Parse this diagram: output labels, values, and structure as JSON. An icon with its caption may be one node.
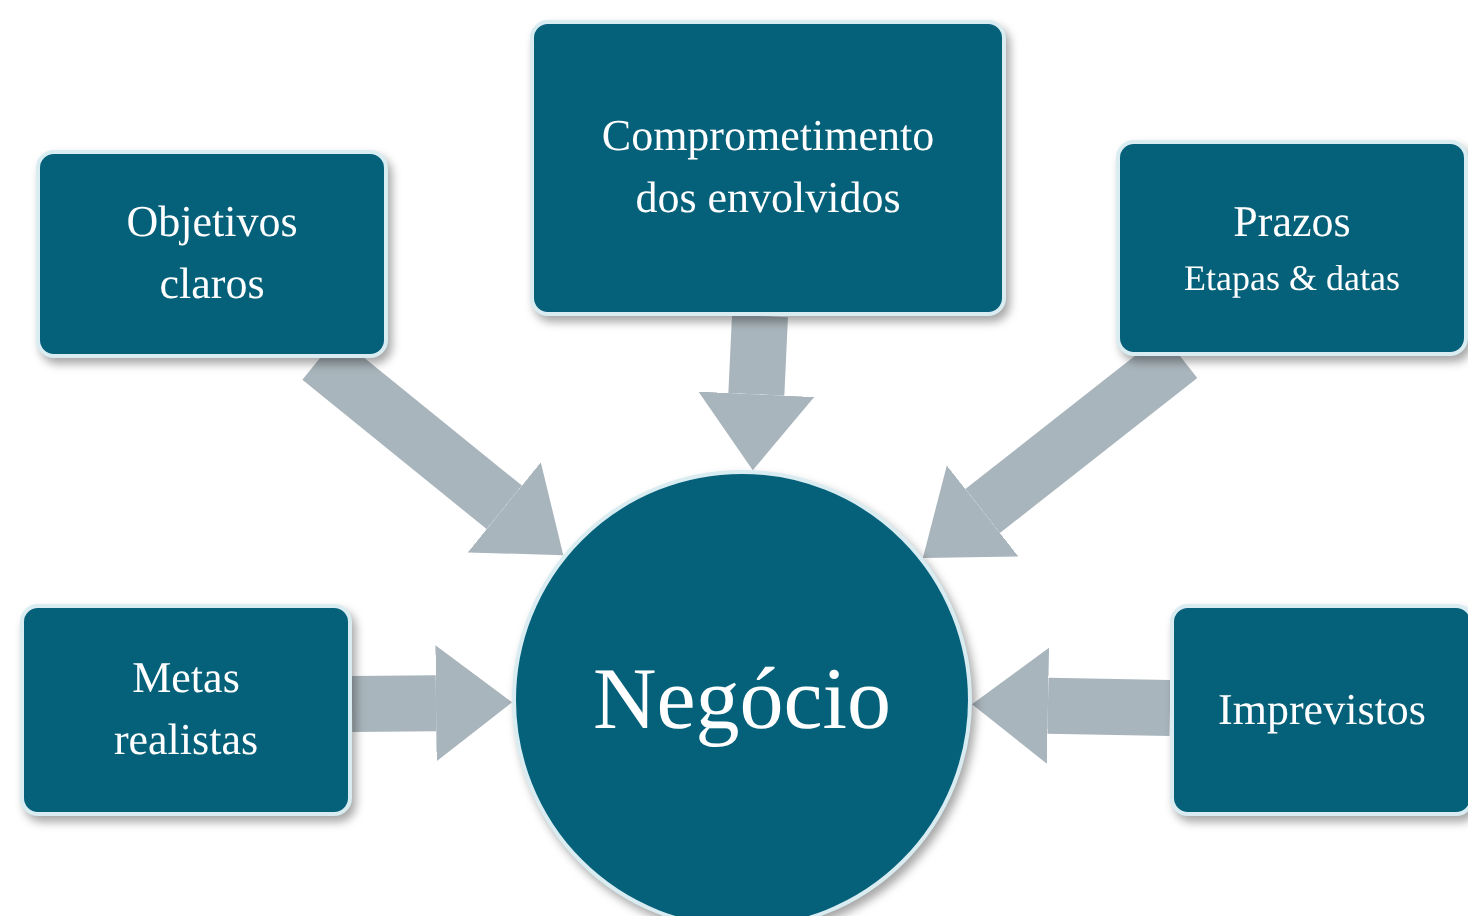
{
  "diagram": {
    "nodes": [
      {
        "text": [
          "Objetivos claros"
        ]
      },
      {
        "text": [
          "Comprometimento dos envolvidos"
        ]
      },
      {
        "text": [
          "Prazos",
          "Etapas & datas"
        ]
      },
      {
        "text": [
          "Metas realistas"
        ]
      },
      {
        "text": [
          "Negócio"
        ]
      },
      {
        "text": [
          "Imprevistos"
        ]
      }
    ],
    "edges": [
      {
        "from": 0,
        "to": 4,
        "arrow": "to"
      },
      {
        "from": 1,
        "to": 4,
        "arrow": "to"
      },
      {
        "from": 2,
        "to": 4,
        "arrow": "to"
      },
      {
        "from": 3,
        "to": 4,
        "arrow": "to"
      },
      {
        "from": 5,
        "to": 4,
        "arrow": "to"
      }
    ]
  }
}
